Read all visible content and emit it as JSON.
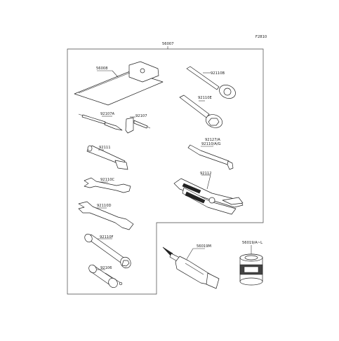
{
  "diagram": {
    "code": "F2810",
    "kit": "56007",
    "parts": {
      "pouch": "56008",
      "ring_spanner_b": "92110B",
      "ring_spanner_e": "92110E",
      "screwdriver_a": "92107A",
      "screwdriver": "92107",
      "hex_wrench": "92127/A",
      "hex_wrench_alt": "92110/A/G",
      "extension_bar": "92111",
      "pliers": "92112",
      "open_spanner_c": "92110C",
      "open_spanner_d": "92110D",
      "box_spanner_f": "92110F",
      "socket_handle": "92106",
      "grease_tube": "56019M",
      "oil_can": "56019/A~L"
    }
  }
}
